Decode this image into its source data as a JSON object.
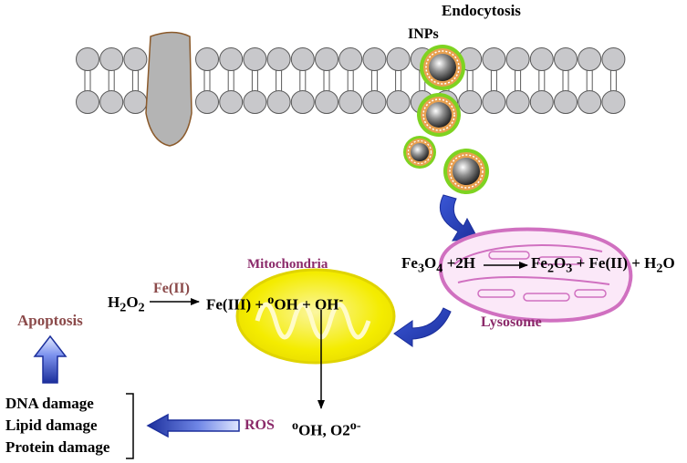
{
  "labels": {
    "endocytosis": "Endocytosis",
    "inps": "INPs",
    "mitochondria": "Mitochondria",
    "lysosome": "Lysosome",
    "apoptosis": "Apoptosis",
    "ros": "ROS",
    "fe_ii_catalyst": "Fe(II)"
  },
  "reactions": {
    "lysosome": {
      "fe3o4_fe": "Fe",
      "fe3o4_sub3": "3",
      "fe3o4_o": "O",
      "fe3o4_sub4": "4",
      "reagent": " +2H",
      "fe2o3_fe": "Fe",
      "fe2o3_sub2": "2",
      "fe2o3_o": "O",
      "fe2o3_sub3": "3",
      "products": " + Fe(II) + H",
      "h2o_sub2": "2",
      "h2o_o": "O"
    },
    "fenton": {
      "h2o2_h": "H",
      "h2o2_sub2a": "2",
      "h2o2_o": "O",
      "h2o2_sub2b": "2",
      "products_a": "Fe(III) + ",
      "radical_sup": "o",
      "products_b": "OH + OH",
      "minus_sup": "-"
    },
    "ros_species": {
      "radical_sup": "o",
      "text_a": "OH, O2",
      "sup_b": "o-"
    }
  },
  "damage_list": [
    "DNA damage",
    "Lipid damage",
    "Protein damage"
  ],
  "colors": {
    "membrane_head": "#c8c8cb",
    "protein": "#b4b4b4",
    "protein_outline": "#8b5a2b",
    "label_brown": "#8b4a4a",
    "label_purple": "#8b2a6a",
    "arrow_blue": "#2a3aa8",
    "mito_yellow": "#f4ec00",
    "lysosome_pink": "#d070c0",
    "nanoparticle_green": "#7ed321",
    "nanoparticle_orange": "#e8a050"
  }
}
